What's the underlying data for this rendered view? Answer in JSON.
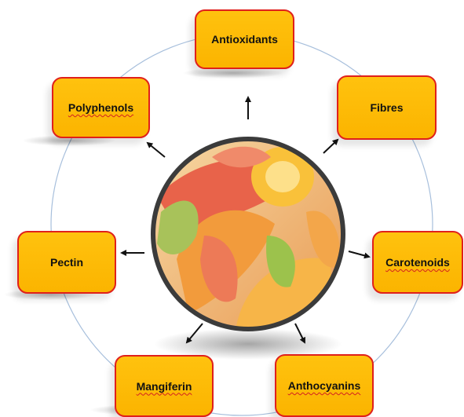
{
  "diagram": {
    "center_image": "mango-peels-photo",
    "accent_color": "#fbb400",
    "border_color": "#e0201b",
    "items": [
      {
        "label": "Antioxidants"
      },
      {
        "label": "Fibres"
      },
      {
        "label": "Carotenoids"
      },
      {
        "label": "Anthocyanins"
      },
      {
        "label": "Mangiferin"
      },
      {
        "label": "Pectin"
      },
      {
        "label": "Polyphenols"
      }
    ]
  }
}
